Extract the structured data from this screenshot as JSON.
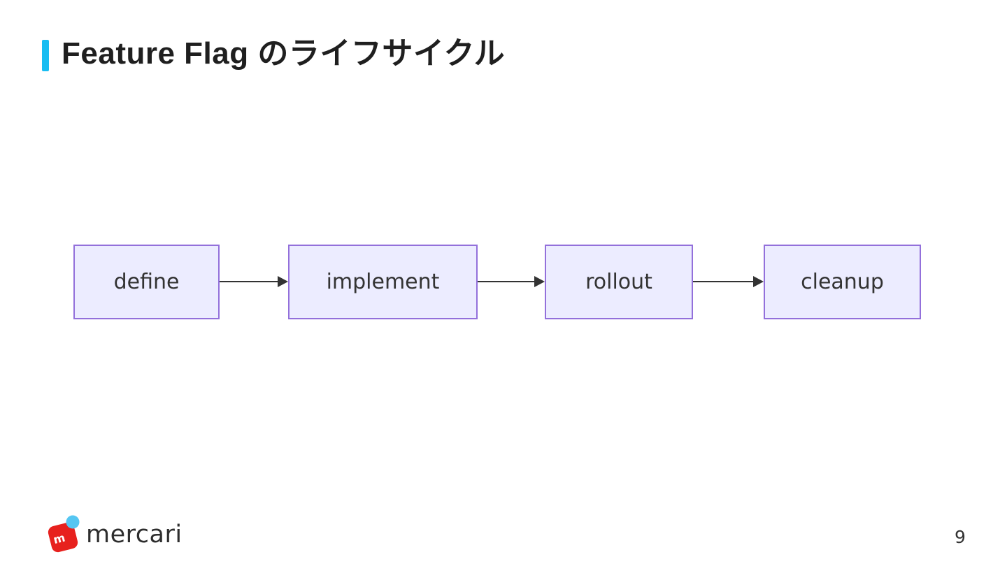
{
  "slide": {
    "title": "Feature Flag のライフサイクル",
    "page_number": "9"
  },
  "diagram": {
    "type": "flowchart-left-right",
    "nodes": [
      {
        "label": "define"
      },
      {
        "label": "implement"
      },
      {
        "label": "rollout"
      },
      {
        "label": "cleanup"
      }
    ],
    "edges": [
      {
        "from": "define",
        "to": "implement"
      },
      {
        "from": "implement",
        "to": "rollout"
      },
      {
        "from": "rollout",
        "to": "cleanup"
      }
    ]
  },
  "footer": {
    "brand_wordmark": "mercari",
    "logo_letter": "m"
  },
  "colors": {
    "background": "#ffffff",
    "accent": "#18bdf2",
    "title": "#1f1f1f",
    "node_fill": "#ececff",
    "node_border": "#9370db",
    "node_text": "#333333",
    "arrow": "#333333",
    "brand_red": "#e7211e",
    "brand_blue": "#55c6f2",
    "page_number": "#333333"
  }
}
